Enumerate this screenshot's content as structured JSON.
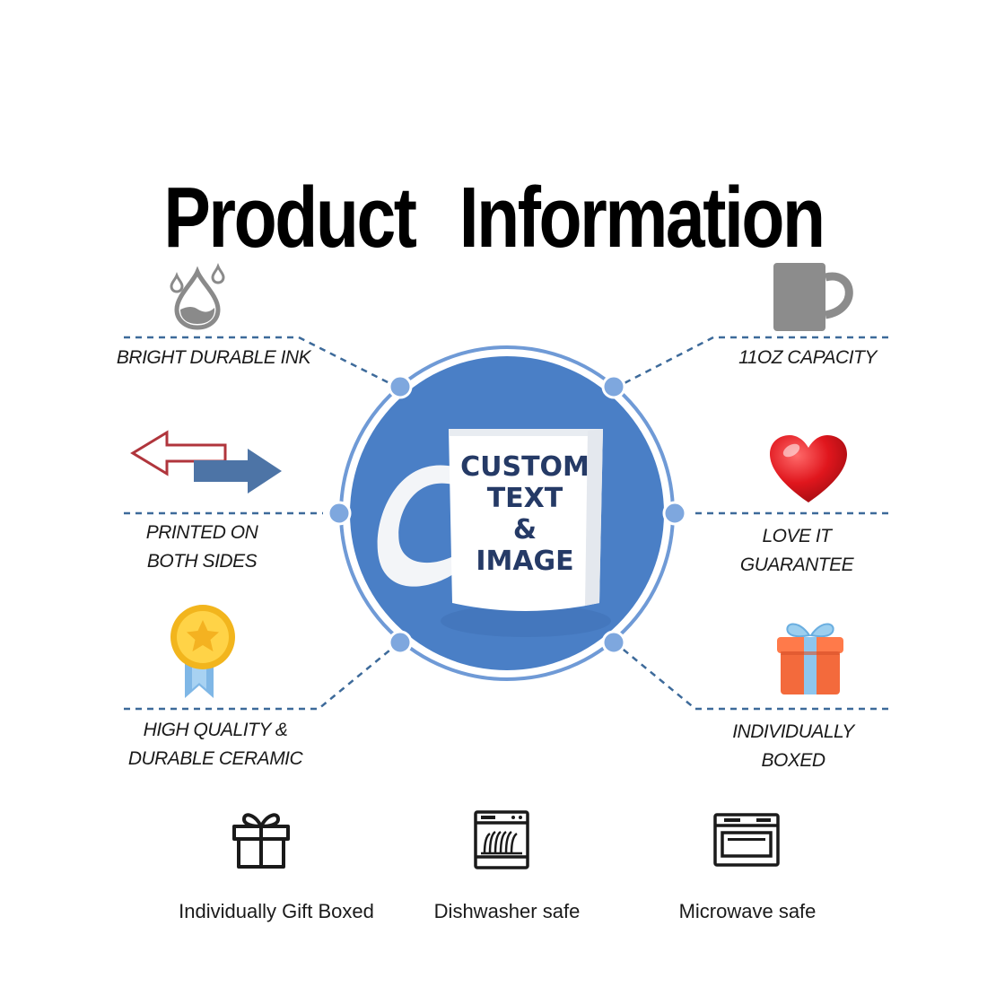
{
  "title": {
    "word1": "Product",
    "word2": "Information"
  },
  "features": {
    "ink": {
      "lines": [
        "BRIGHT DURABLE INK"
      ],
      "icon": "water-drop-icon"
    },
    "sides": {
      "lines": [
        "PRINTED ON",
        "BOTH SIDES"
      ],
      "icon": "double-arrow-icon"
    },
    "quality": {
      "lines": [
        "HIGH QUALITY &",
        "DURABLE CERAMIC"
      ],
      "icon": "award-medal-icon"
    },
    "capacity": {
      "lines": [
        "11OZ  CAPACITY"
      ],
      "icon": "mug-icon"
    },
    "love": {
      "lines": [
        "LOVE IT",
        "GUARANTEE"
      ],
      "icon": "heart-icon"
    },
    "boxed": {
      "lines": [
        "INDIVIDUALLY",
        "BOXED"
      ],
      "icon": "gift-box-icon"
    }
  },
  "mug": {
    "lines": [
      "CUSTOM",
      "TEXT",
      "&",
      "IMAGE"
    ]
  },
  "bottom": {
    "gift": {
      "label": "Individually Gift Boxed",
      "icon": "gift-outline-icon"
    },
    "dishwasher": {
      "label": "Dishwasher safe",
      "icon": "dishwasher-icon"
    },
    "microwave": {
      "label": "Microwave safe",
      "icon": "microwave-icon"
    }
  },
  "colors": {
    "circle": "#4a7fc6",
    "ring": "#6f9ad6",
    "dot": "#7ea7de",
    "dash": "#3d6a9a",
    "mugText": "#253a66",
    "arrowRed": "#b0353c",
    "arrowBlue": "#4d74a6",
    "heart": "#d4151b"
  }
}
